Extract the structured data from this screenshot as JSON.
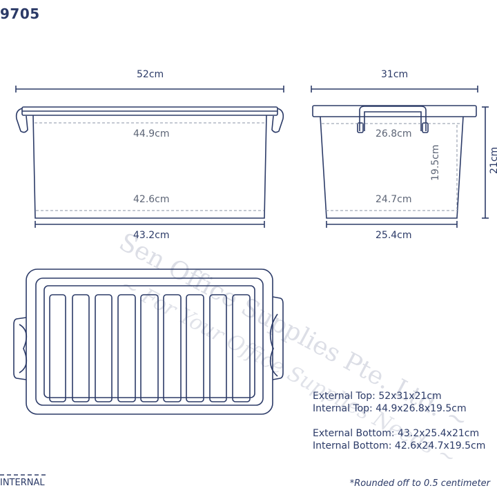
{
  "model_number": "9705",
  "front_view": {
    "external_top_length": "52cm",
    "internal_top_length": "44.9cm",
    "internal_bottom_length": "42.6cm",
    "external_bottom_length": "43.2cm"
  },
  "side_view": {
    "external_top_width": "31cm",
    "internal_top_width": "26.8cm",
    "internal_height": "19.5cm",
    "external_height": "21cm",
    "internal_bottom_width": "24.7cm",
    "external_bottom_width": "25.4cm"
  },
  "specs": {
    "external_top": "External Top: 52x31x21cm",
    "internal_top": "Internal Top: 44.9x26.8x19.5cm",
    "external_bottom": "External Bottom: 43.2x25.4x21cm",
    "internal_bottom": "Internal Bottom: 42.6x24.7x19.5cm"
  },
  "legend_label": "INTERNAL",
  "footnote": "*Rounded off to 0.5 centimeter",
  "watermark": {
    "line1": "Sen Office Supplies Pte. Ltd. ~",
    "line2": "~ For Your Office Supplies Needs ~"
  },
  "colors": {
    "line": "#2b3a67",
    "dash": "#8a93a6"
  }
}
